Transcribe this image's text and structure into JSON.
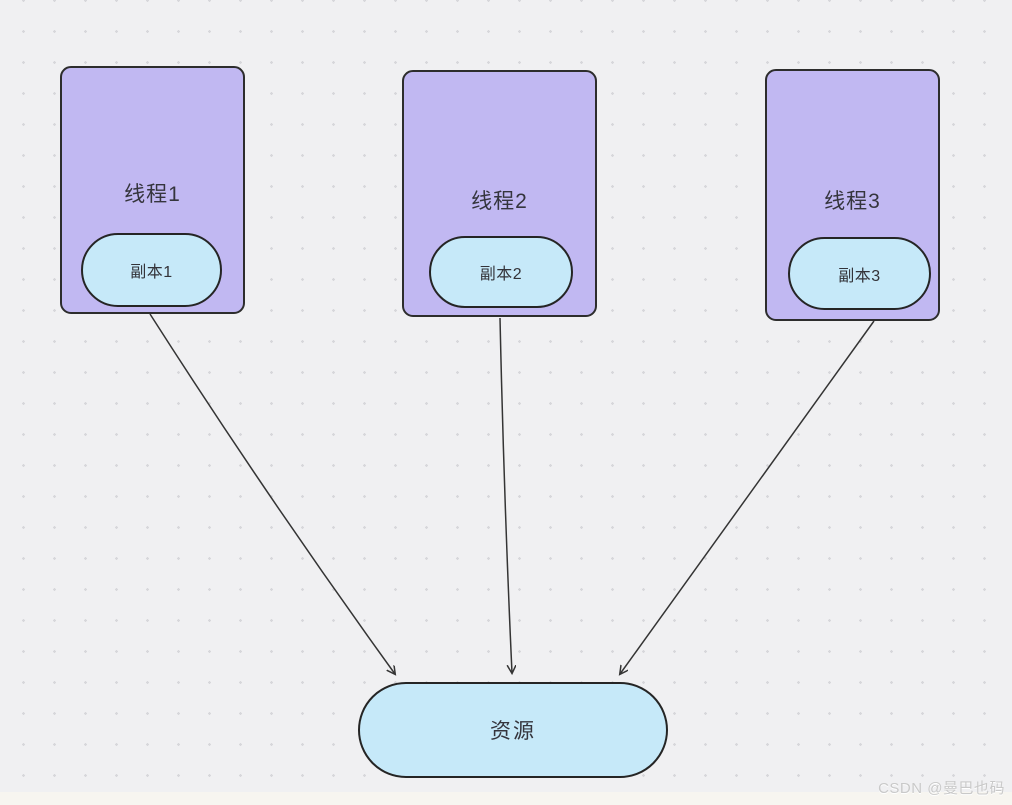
{
  "diagram": {
    "threads": [
      {
        "label": "线程1",
        "replica_label": "副本1"
      },
      {
        "label": "线程2",
        "replica_label": "副本2"
      },
      {
        "label": "线程3",
        "replica_label": "副本3"
      }
    ],
    "resource_label": "资源",
    "watermark": "CSDN @曼巴也码",
    "colors": {
      "background": "#f0f0f2",
      "grid_dot": "#d7d7db",
      "thread_fill": "#c1b8f2",
      "replica_fill": "#c6e9f9",
      "resource_fill": "#c6e9f9",
      "shape_stroke": "#2d2d2d",
      "arrow_stroke": "#343434",
      "watermark_text": "#c9c9c9"
    }
  }
}
